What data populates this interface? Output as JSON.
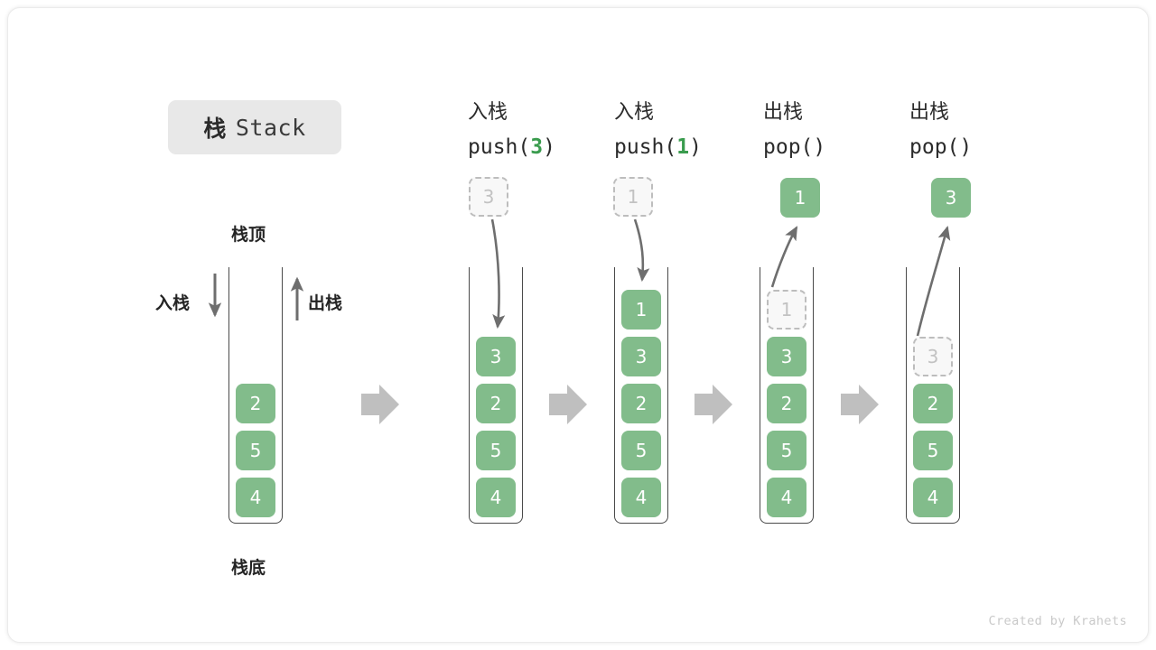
{
  "title": {
    "cn": "栈",
    "en": "Stack"
  },
  "labels": {
    "top": "栈顶",
    "bottom": "栈底",
    "push": "入栈",
    "pop": "出栈"
  },
  "credit": "Created by Krahets",
  "colors": {
    "cell_fill": "#82bc8b",
    "cell_text": "#ffffff",
    "ghost_fill": "#f8f8f8",
    "ghost_border": "#bdbdbd",
    "ghost_text": "#c2c2c2",
    "accent_code": "#3a9c4e",
    "arrow": "#6e6e6e",
    "step_arrow": "#bfbfbf",
    "container": "#4a4a4a",
    "badge_bg": "#e8e8e8",
    "credit": "#c9c9c9"
  },
  "stages": [
    {
      "id": "initial",
      "header_cn": "",
      "header_code": "",
      "cells": [
        "2",
        "5",
        "4"
      ],
      "ghost_in_stack": null,
      "floating": null
    },
    {
      "id": "push-3",
      "header_cn": "入栈",
      "header_code_prefix": "push(",
      "header_code_arg": "3",
      "header_code_suffix": ")",
      "cells": [
        "3",
        "2",
        "5",
        "4"
      ],
      "ghost_in_stack": null,
      "floating": {
        "value": "3",
        "kind": "ghost"
      }
    },
    {
      "id": "push-1",
      "header_cn": "入栈",
      "header_code_prefix": "push(",
      "header_code_arg": "1",
      "header_code_suffix": ")",
      "cells": [
        "1",
        "3",
        "2",
        "5",
        "4"
      ],
      "ghost_in_stack": null,
      "floating": {
        "value": "1",
        "kind": "ghost"
      }
    },
    {
      "id": "pop-1",
      "header_cn": "出栈",
      "header_code_prefix": "pop(",
      "header_code_arg": "",
      "header_code_suffix": ")",
      "cells": [
        "3",
        "2",
        "5",
        "4"
      ],
      "ghost_in_stack": "1",
      "floating": {
        "value": "1",
        "kind": "solid"
      }
    },
    {
      "id": "pop-3",
      "header_cn": "出栈",
      "header_code_prefix": "pop(",
      "header_code_arg": "",
      "header_code_suffix": ")",
      "cells": [
        "2",
        "5",
        "4"
      ],
      "ghost_in_stack": "3",
      "floating": {
        "value": "3",
        "kind": "solid"
      }
    }
  ]
}
